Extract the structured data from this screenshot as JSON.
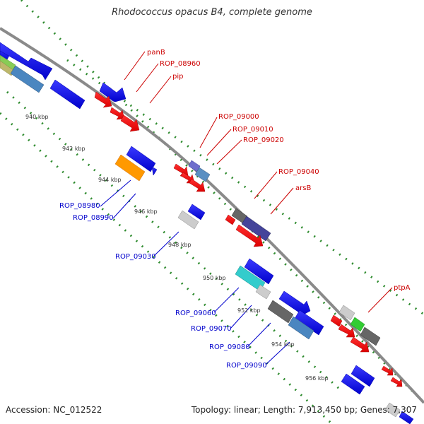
{
  "map": {
    "title": "Rhodococcus opacus B4, complete genome",
    "accession": "Accession: NC_012522",
    "summary": "Topology: linear; Length: 7,913,450 bp; Genes: 7,307"
  },
  "colors": {
    "backbone": "#8a8a8a",
    "track_dots": "#2e8b2e",
    "label_red": "#cc0000",
    "label_blue": "#0000cc"
  },
  "ticks": [
    "940 kbp",
    "942 kbp",
    "944 kbp",
    "946 kbp",
    "948 kbp",
    "950 kbp",
    "952 kbp",
    "954 kbp",
    "956 kbp"
  ],
  "labels_forward": [
    "panB",
    "ROP_08960",
    "pip",
    "ROP_09000",
    "ROP_09010",
    "ROP_09020",
    "ROP_09040",
    "arsB",
    "ptpA"
  ],
  "labels_reverse": [
    "ROP_08980",
    "ROP_08990",
    "ROP_09030",
    "ROP_09060",
    "ROP_09070",
    "ROP_09080",
    "ROP_09090"
  ]
}
